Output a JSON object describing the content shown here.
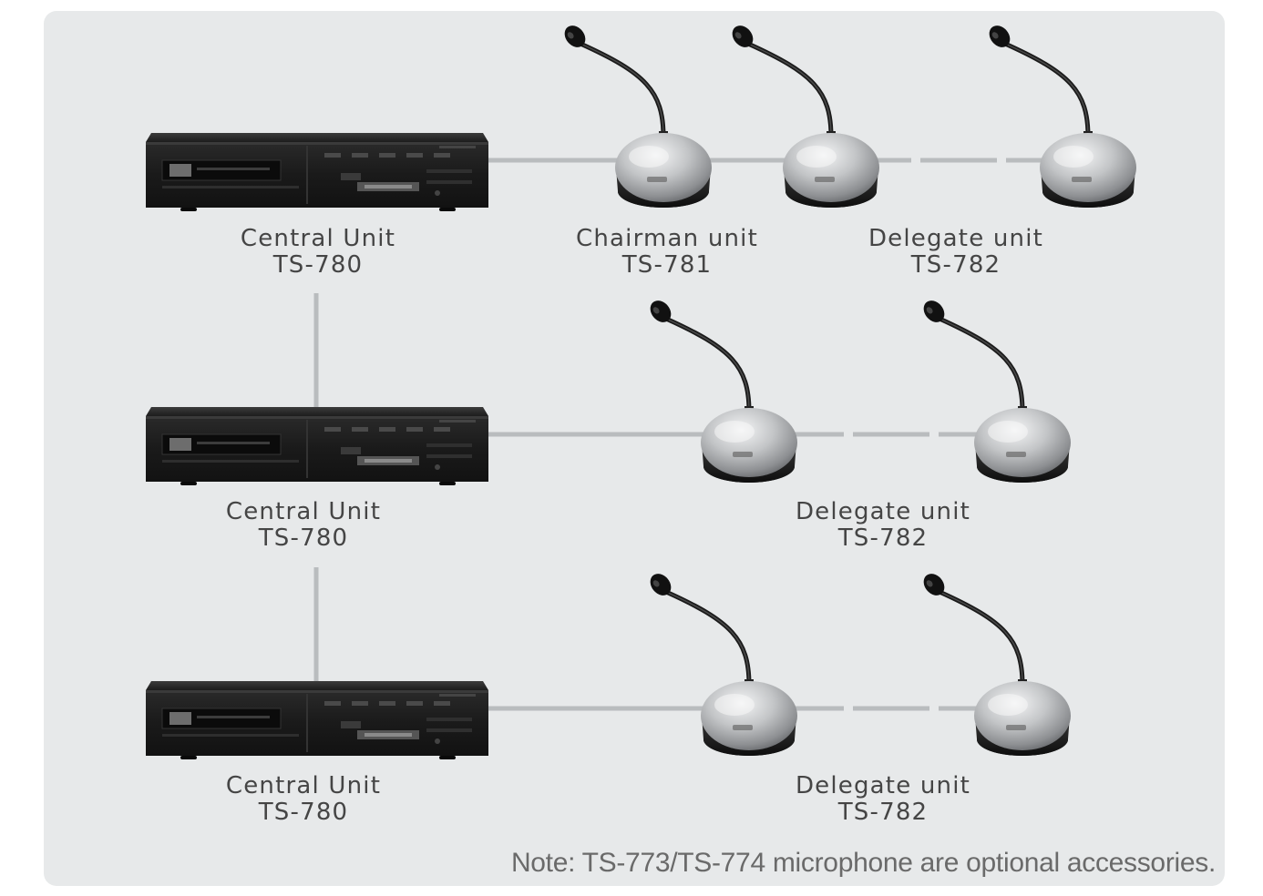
{
  "rows": [
    {
      "central": {
        "name": "Central Unit",
        "model": "TS-780"
      },
      "groups": [
        {
          "name": "Chairman unit",
          "model": "TS-781"
        },
        {
          "name": "Delegate unit",
          "model": "TS-782"
        }
      ]
    },
    {
      "central": {
        "name": "Central Unit",
        "model": "TS-780"
      },
      "groups": [
        {
          "name": "Delegate unit",
          "model": "TS-782"
        }
      ]
    },
    {
      "central": {
        "name": "Central Unit",
        "model": "TS-780"
      },
      "groups": [
        {
          "name": "Delegate unit",
          "model": "TS-782"
        }
      ]
    }
  ],
  "note": "Note: TS-773/TS-774 microphone are optional accessories.",
  "colors": {
    "panel": "#e7e9ea",
    "cable": "#b9bcbe",
    "unit_body": "#1f1f1f",
    "mic_base": "#a7a9ab",
    "label_text": "#454545",
    "note_text": "#6a6a6a"
  }
}
